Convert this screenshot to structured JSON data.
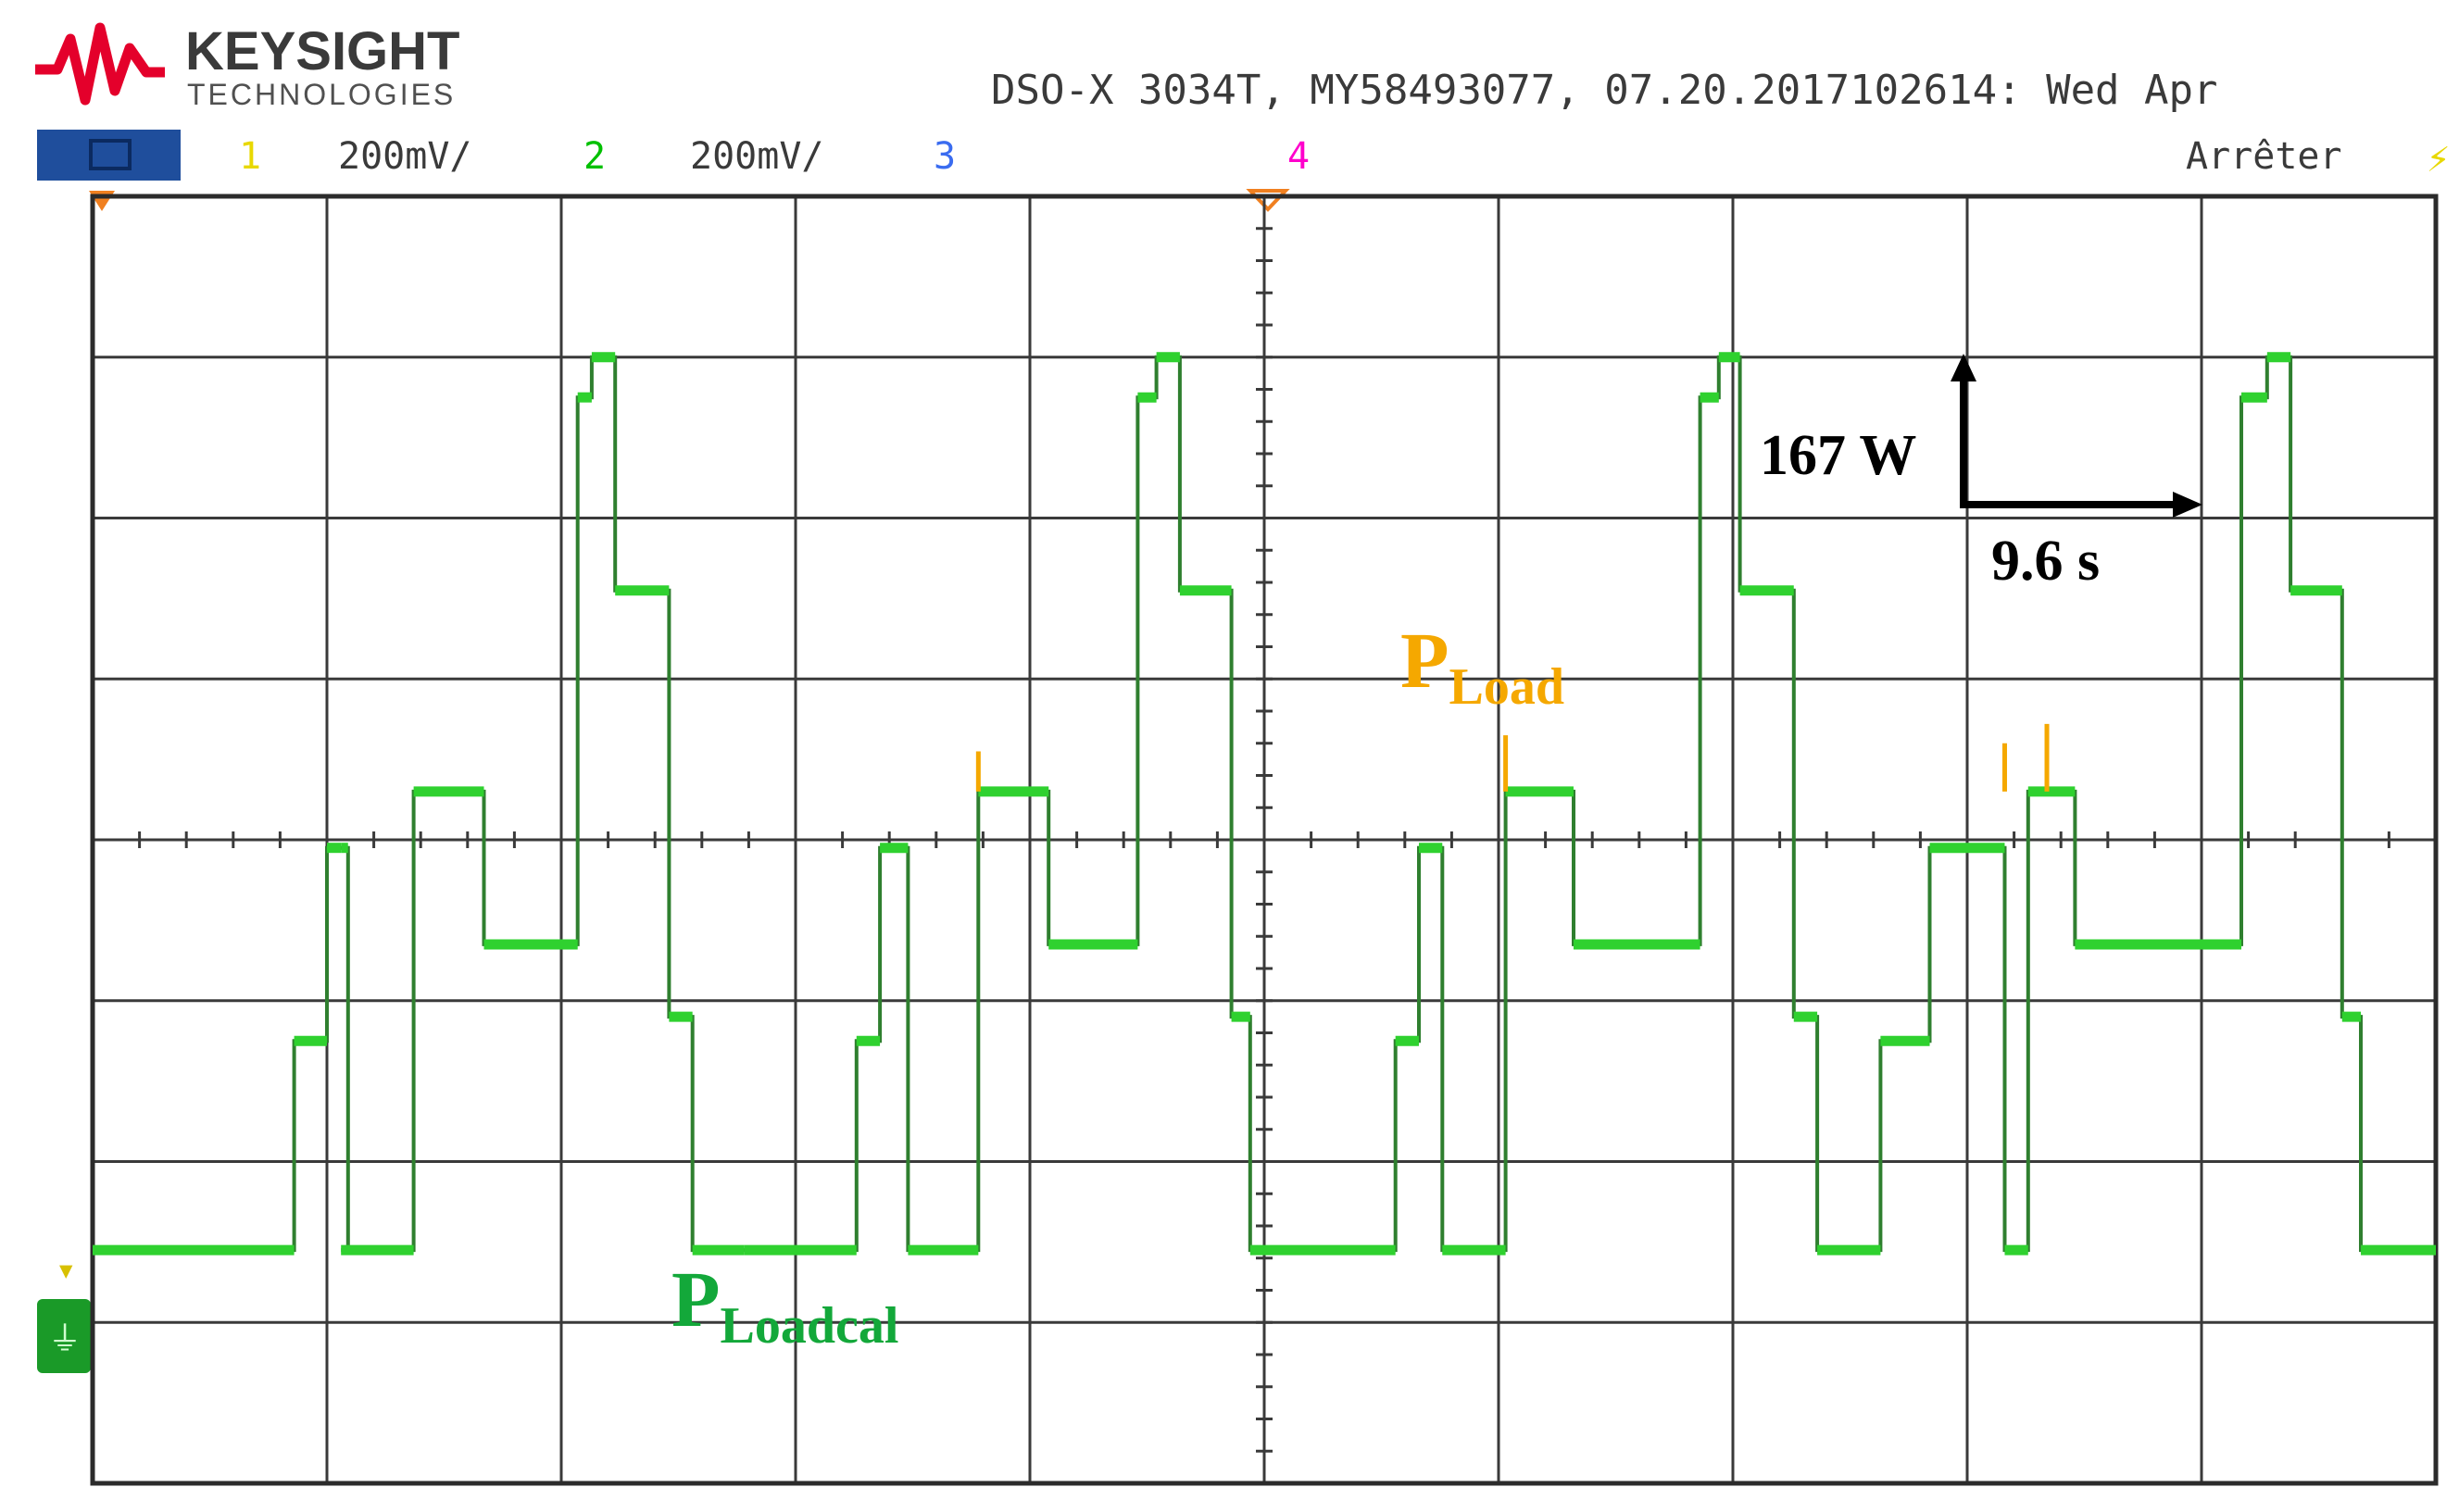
{
  "brand": {
    "name": "KEYSIGHT",
    "subtitle": "TECHNOLOGIES",
    "logo_color": "#e4002b"
  },
  "header": {
    "model_info": "DSO-X 3034T, MY58493077, 07.20.2017102614: Wed Apr"
  },
  "channel_bar": {
    "ch1_label": "1",
    "ch1_scale": "200mV/",
    "ch1_color": "#e8d800",
    "ch2_label": "2",
    "ch2_scale": "200mV/",
    "ch2_color": "#00c000",
    "ch3_label": "3",
    "ch3_color": "#3a6cf0",
    "ch4_label": "4",
    "ch4_color": "#ff00cc",
    "status": "Arrêter"
  },
  "annotations": {
    "vertical_scale": "167 W",
    "horizontal_scale": "9.6 s",
    "pload_main": "P",
    "pload_sub": "Load",
    "pload_color": "#f5a800",
    "ploadcal_main": "P",
    "ploadcal_sub": "Loadcal",
    "ploadcal_color": "#13a83a"
  },
  "chart_data": {
    "type": "line",
    "grid": true,
    "x_divisions": 10,
    "y_divisions": 8,
    "xlim": [
      0,
      10
    ],
    "ylim": [
      0,
      8
    ],
    "series": [
      {
        "name": "PLoadcal",
        "color": "#2fd12f",
        "trace_color": "#2f7f2f",
        "x": [
          0,
          0.86,
          0.86,
          1.0,
          1.0,
          1.06,
          1.06,
          1.09,
          1.09,
          1.06,
          1.06,
          1.37,
          1.37,
          1.67,
          1.67,
          2.07,
          2.07,
          2.13,
          2.13,
          2.23,
          2.23,
          2.46,
          2.46,
          2.56,
          2.56,
          2.78,
          2.78,
          3.26,
          3.26,
          3.36,
          3.36,
          3.48,
          3.48,
          3.78,
          3.78,
          4.08,
          4.08,
          4.46,
          4.46,
          4.54,
          4.54,
          4.64,
          4.64,
          4.86,
          4.86,
          4.94,
          4.94,
          5.56,
          5.56,
          5.66,
          5.66,
          5.76,
          5.76,
          6.03,
          6.03,
          6.32,
          6.32,
          6.86,
          6.86,
          6.94,
          6.94,
          7.03,
          7.03,
          7.26,
          7.26,
          7.36,
          7.36,
          7.63,
          7.63,
          7.84,
          7.84,
          8.16,
          8.16,
          8.26,
          8.26,
          8.46,
          8.46,
          9.17,
          9.17,
          9.28,
          9.28,
          9.38,
          9.38,
          9.6,
          9.6,
          9.68,
          9.68,
          10
        ],
        "y": [
          1.45,
          1.45,
          2.75,
          2.75,
          3.95,
          3.95,
          3.95,
          3.95,
          1.45,
          1.45,
          1.45,
          1.45,
          4.3,
          4.3,
          3.35,
          3.35,
          6.75,
          6.75,
          7.0,
          7.0,
          5.55,
          5.55,
          2.9,
          2.9,
          1.45,
          1.45,
          1.45,
          1.45,
          2.75,
          2.75,
          3.95,
          3.95,
          1.45,
          1.45,
          4.3,
          4.3,
          3.35,
          3.35,
          6.75,
          6.75,
          7.0,
          7.0,
          5.55,
          5.55,
          2.9,
          2.9,
          1.45,
          1.45,
          2.75,
          2.75,
          3.95,
          3.95,
          1.45,
          1.45,
          4.3,
          4.3,
          3.35,
          3.35,
          6.75,
          6.75,
          7.0,
          7.0,
          5.55,
          5.55,
          2.9,
          2.9,
          1.45,
          1.45,
          2.75,
          2.75,
          3.95,
          3.95,
          1.45,
          1.45,
          4.3,
          4.3,
          3.35,
          3.35,
          6.75,
          6.75,
          7.0,
          7.0,
          5.55,
          5.55,
          2.9,
          2.9,
          1.45,
          1.45
        ]
      }
    ],
    "spikes": [
      {
        "x": 3.78,
        "y0": 4.3,
        "y1": 4.55
      },
      {
        "x": 6.03,
        "y0": 4.3,
        "y1": 4.65
      },
      {
        "x": 8.16,
        "y0": 4.3,
        "y1": 4.6
      },
      {
        "x": 8.34,
        "y0": 4.3,
        "y1": 4.72
      }
    ]
  }
}
